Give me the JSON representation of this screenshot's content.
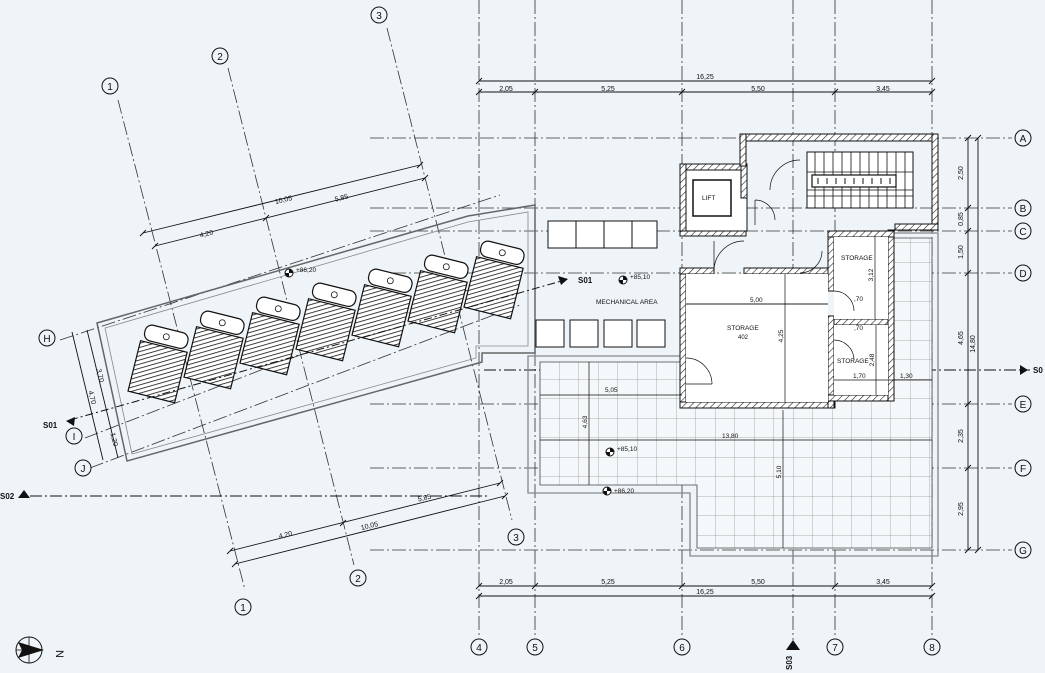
{
  "grid_axes": {
    "vertical": [
      "4",
      "5",
      "6",
      "7",
      "8"
    ],
    "horizontal": [
      "A",
      "B",
      "C",
      "D",
      "E",
      "F",
      "G"
    ],
    "rotated_numbers": [
      "1",
      "2",
      "3"
    ],
    "rotated_letters": [
      "H",
      "I",
      "J"
    ]
  },
  "top_dimensions": {
    "total": "16,25",
    "segments": [
      "2,05",
      "5,25",
      "5,50",
      "3,45"
    ]
  },
  "bottom_dimensions": {
    "total": "16,25",
    "segments": [
      "2,05",
      "5,25",
      "5,50",
      "3,45"
    ]
  },
  "right_dimensions": {
    "segments": [
      "2,50",
      "0,85",
      "1,50",
      "4,65",
      "2,35",
      "2,95"
    ],
    "total": "14,80"
  },
  "rotated_dimensions": {
    "upper_total": "10,05",
    "upper_a": "4,20",
    "upper_b": "5,85",
    "lower_total": "10,05",
    "lower_a": "4,20",
    "lower_b": "5,85",
    "left_a": "3,70",
    "left_b": "4,70",
    "left_c": "1,20"
  },
  "interior_dimensions": {
    "d500": "5,00",
    "d425": "4,25",
    "d505": "5,05",
    "d463": "4,63",
    "d1380": "13,80",
    "d510": "5,10",
    "d312": "3,12",
    "d70a": ",70",
    "d70b": ",70",
    "d248": "2,48",
    "d170": "1,70",
    "d130": "1,30"
  },
  "rooms": {
    "lift": "LIFT",
    "storage_top": "STORAGE",
    "storage_main": "STORAGE",
    "storage_main_code": "402",
    "storage_small": "STORAGE",
    "mechanical": "MECHANICAL AREA"
  },
  "levels": {
    "l1": "+86,20",
    "l2": "+85,10",
    "l3": "+85,10",
    "l4": "+86,20"
  },
  "sections": {
    "s01_a": "S01",
    "s01_b": "S01",
    "s02": "S02",
    "s03": "S03",
    "s0_right": "S0"
  },
  "north_label": "N"
}
